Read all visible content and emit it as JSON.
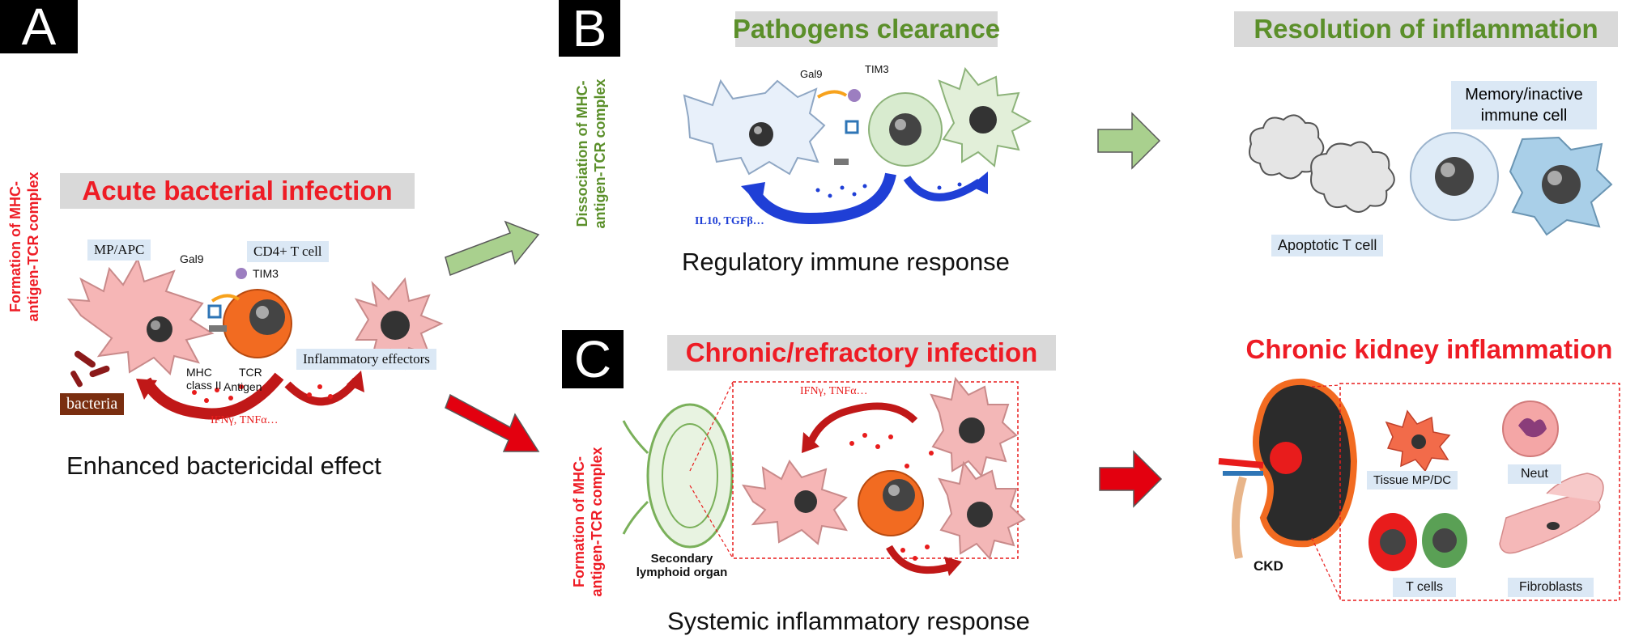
{
  "panels": {
    "a": {
      "letter": "A",
      "title": "Acute bacterial infection",
      "side_label": "Formation of MHC-antigen-TCR complex",
      "caption": "Enhanced bactericidal effect",
      "labels": {
        "mp_apc": "MP/APC",
        "cd4": "CD4+ T cell",
        "gal9": "Gal9",
        "tim3": "TIM3",
        "mhc": "MHC class II",
        "tcr": "TCR",
        "antigen": "Antigen",
        "effectors": "Inflammatory effectors",
        "bacteria": "bacteria",
        "cytokines": "IFNγ, TNFα…"
      }
    },
    "b": {
      "letter": "B",
      "title": "Pathogens clearance",
      "side_label": "Dissociation of MHC-antigen-TCR complex",
      "caption": "Regulatory immune response",
      "labels": {
        "gal9": "Gal9",
        "tim3": "TIM3",
        "cytokines": "IL10, TGFβ…"
      }
    },
    "resolution": {
      "title": "Resolution of inflammation",
      "memory": "Memory/inactive immune cell",
      "apoptotic": "Apoptotic T cell"
    },
    "c": {
      "letter": "C",
      "title": "Chronic/refractory infection",
      "side_label": "Formation of MHC-antigen-TCR complex",
      "caption": "Systemic inflammatory response",
      "labels": {
        "cytokines": "IFNγ, TNFα…",
        "lymphoid": "Secondary lymphoid organ"
      }
    },
    "ckd": {
      "title": "Chronic kidney inflammation",
      "ckd": "CKD",
      "tissue": "Tissue MP/DC",
      "neut": "Neut",
      "tcells": "T cells",
      "fibro": "Fibroblasts"
    }
  },
  "colors": {
    "red_title": "#ee1c25",
    "green_title": "#5b8f2a",
    "title_bg": "#d9d9d9",
    "label_bg": "#dbe8f5",
    "arrow_green": "#a9d08e",
    "arrow_red": "#e3000f",
    "cytokine_blue": "#1f3fd6"
  }
}
